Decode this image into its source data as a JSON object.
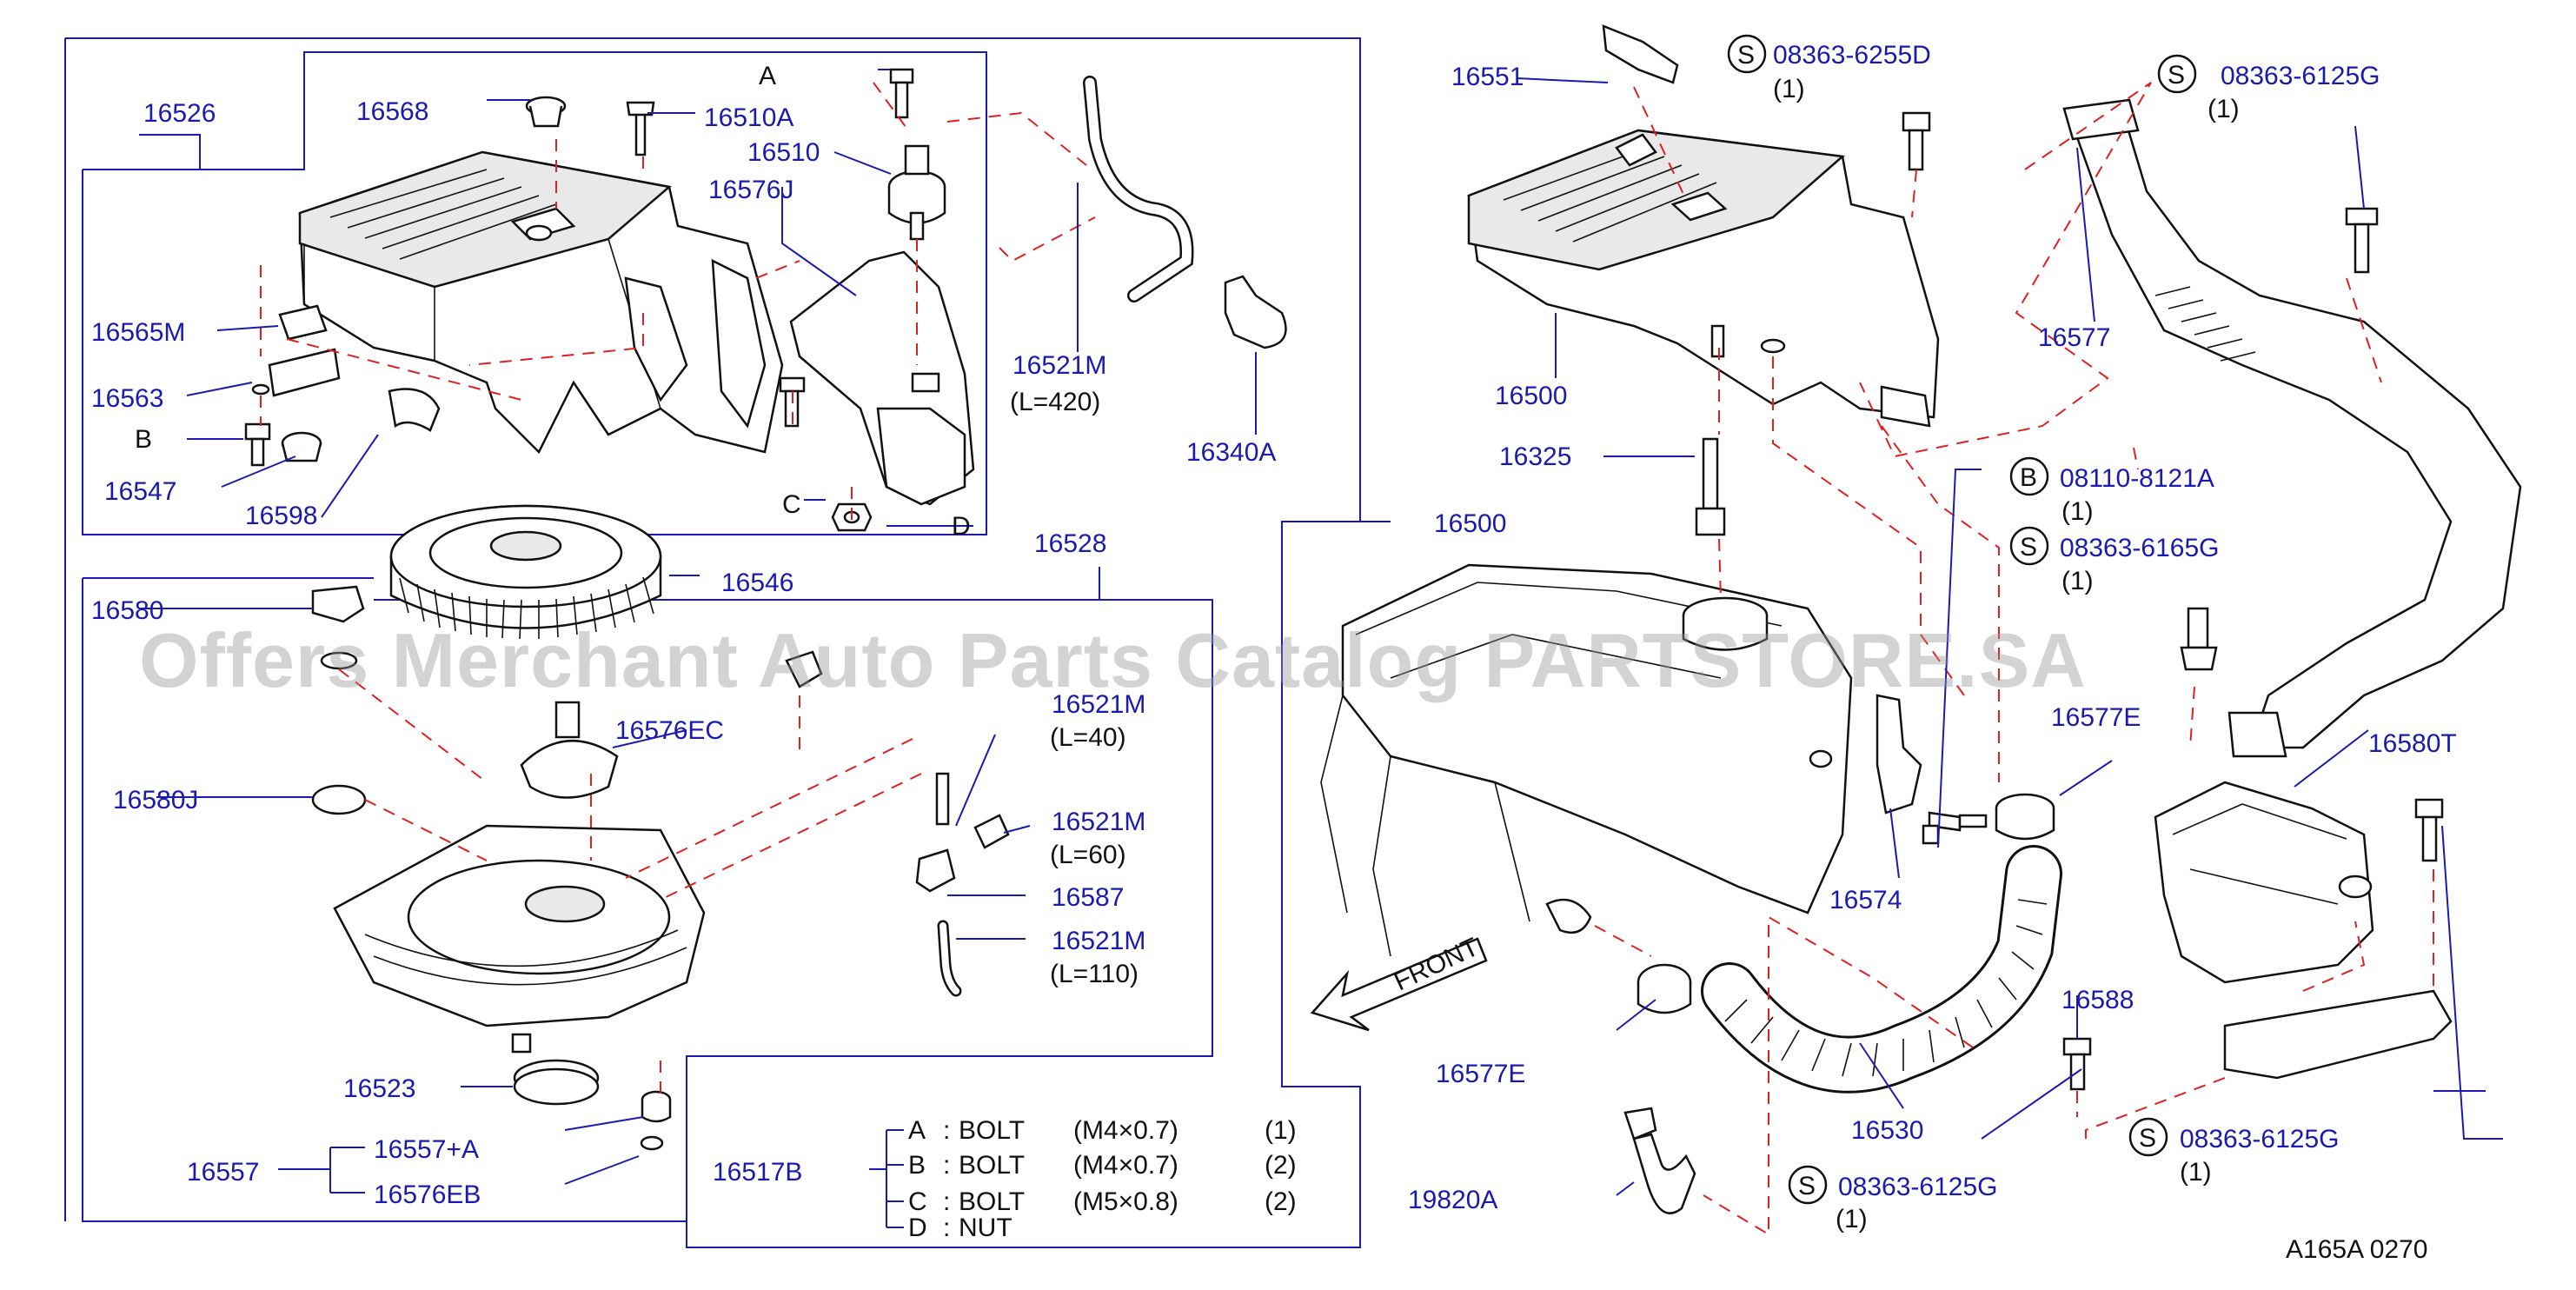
{
  "labels": {
    "p16526": "16526",
    "p16568": "16568",
    "p16510A": "16510A",
    "p16510": "16510",
    "p16576J": "16576J",
    "p16565M": "16565M",
    "p16563": "16563",
    "p16547": "16547",
    "p16598": "16598",
    "p16521M_420": "16521M",
    "p16340A": "16340A",
    "p16546": "16546",
    "p16528": "16528",
    "p16500_frame": "16500",
    "p16580": "16580",
    "p16580J": "16580J",
    "p16576EC": "16576EC",
    "p16521M_40": "16521M",
    "p16521M_60": "16521M",
    "p16587": "16587",
    "p16521M_110": "16521M",
    "p16523": "16523",
    "p16557": "16557",
    "p16557A": "16557+A",
    "p16576EB": "16576EB",
    "p16517B": "16517B",
    "p16551": "16551",
    "p16500_top": "16500",
    "p16325": "16325",
    "p16577": "16577",
    "p16577E_right": "16577E",
    "p16574": "16574",
    "p16580T": "16580T",
    "p16588": "16588",
    "p16577E_left": "16577E",
    "p16530": "16530",
    "p19820A": "19820A",
    "front": "FRONT",
    "drawing_code": "A165A 0270"
  },
  "hardware_letters": {
    "a": "A",
    "b": "B",
    "c": "C",
    "d": "D"
  },
  "lengths": {
    "l420": "(L=420)",
    "l40": "(L=40)",
    "l60": "(L=60)",
    "l110": "(L=110)"
  },
  "std_parts": [
    {
      "prefix": "S",
      "number": "08363-6255D",
      "qty": "(1)"
    },
    {
      "prefix": "S",
      "number": "08363-6125G",
      "qty": "(1)"
    },
    {
      "prefix": "B",
      "number": "08110-8121A",
      "qty": "(1)"
    },
    {
      "prefix": "S",
      "number": "08363-6165G",
      "qty": "(1)"
    },
    {
      "prefix": "S",
      "number": "08363-6125G",
      "qty": "(1)"
    },
    {
      "prefix": "S",
      "number": "08363-6125G",
      "qty": "(1)"
    }
  ],
  "legend": [
    {
      "key": "A",
      "sep": ":",
      "type": "BOLT",
      "size": "(M4×0.7)",
      "qty": "(1)"
    },
    {
      "key": "B",
      "sep": ":",
      "type": "BOLT",
      "size": "(M4×0.7)",
      "qty": "(2)"
    },
    {
      "key": "C",
      "sep": ":",
      "type": "BOLT",
      "size": "(M5×0.8)",
      "qty": "(2)"
    },
    {
      "key": "D",
      "sep": ":",
      "type": "NUT",
      "size": "",
      "qty": ""
    }
  ],
  "watermark": "Offers Merchant Auto Parts Catalog PARTSTORE.SA",
  "colors": {
    "label_blue": "#1a1ab0",
    "dash_red": "#e02020",
    "line_black": "#111111"
  }
}
